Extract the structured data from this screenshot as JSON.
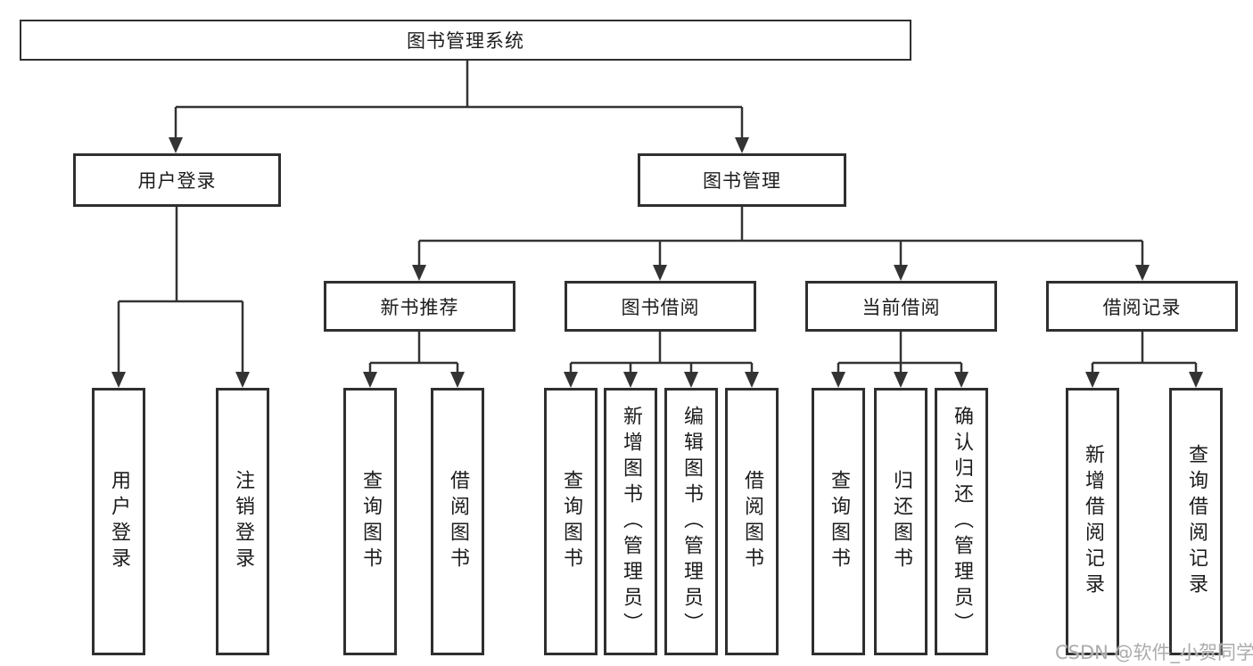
{
  "diagram": {
    "type": "hierarchy-tree",
    "colors": {
      "line": "#333333",
      "box_border": "#2f2f2f",
      "text": "#1c1c1c",
      "watermark": "#acacac",
      "background": "#ffffff"
    },
    "hierarchy": {
      "root": "图书管理系统",
      "children": [
        {
          "label": "用户登录",
          "children": [
            "用户登录",
            "注销登录"
          ]
        },
        {
          "label": "图书管理",
          "children": [
            {
              "label": "新书推荐",
              "children": [
                "查询图书",
                "借阅图书"
              ]
            },
            {
              "label": "图书借阅",
              "children": [
                "查询图书",
                "新增图书（管理员）",
                "编辑图书（管理员）",
                "借阅图书"
              ]
            },
            {
              "label": "当前借阅",
              "children": [
                "查询图书",
                "归还图书",
                "确认归还（管理员）"
              ]
            },
            {
              "label": "借阅记录",
              "children": [
                "新增借阅记录",
                "查询借阅记录"
              ]
            }
          ]
        }
      ]
    }
  },
  "nodes": {
    "root": "图书管理系统",
    "login": "用户登录",
    "management": "图书管理",
    "new_book": "新书推荐",
    "book_borrow": "图书借阅",
    "current_borrow": "当前借阅",
    "borrow_records": "借阅记录",
    "leaf_user_login": "用户登录",
    "leaf_logout": "注销登录",
    "leaf_nb_query": "查询图书",
    "leaf_nb_borrow": "借阅图书",
    "leaf_bb_query": "查询图书",
    "leaf_bb_add": "新增图书（管理员）",
    "leaf_bb_edit": "编辑图书（管理员）",
    "leaf_bb_borrow": "借阅图书",
    "leaf_cb_query": "查询图书",
    "leaf_cb_return": "归还图书",
    "leaf_cb_confirm": "确认归还（管理员）",
    "leaf_br_add": "新增借阅记录",
    "leaf_br_query": "查询借阅记录"
  },
  "watermark": "CSDN @软件_小贺同学"
}
